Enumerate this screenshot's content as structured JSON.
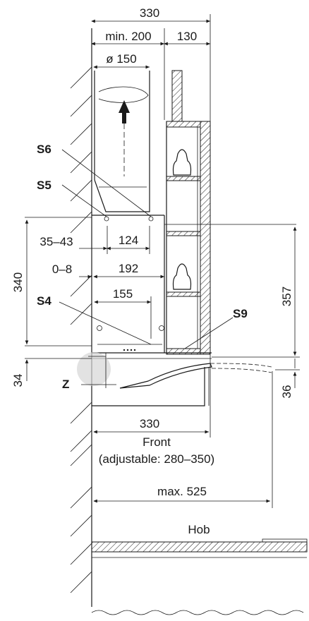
{
  "dimensions": {
    "top_total": "330",
    "min_200": "min. 200",
    "right_130": "130",
    "diameter": "ø 150",
    "range_35_43": "35–43",
    "d124": "124",
    "range_0_8": "0–8",
    "d192": "192",
    "d155": "155",
    "d340": "340",
    "d357": "357",
    "d34": "34",
    "d36": "36",
    "bottom_330": "330",
    "front": "Front",
    "adjustable": "(adjustable: 280–350)",
    "max_525": "max. 525"
  },
  "labels": {
    "s6": "S6",
    "s5": "S5",
    "s4": "S4",
    "s9": "S9",
    "z": "Z",
    "hob": "Hob"
  }
}
